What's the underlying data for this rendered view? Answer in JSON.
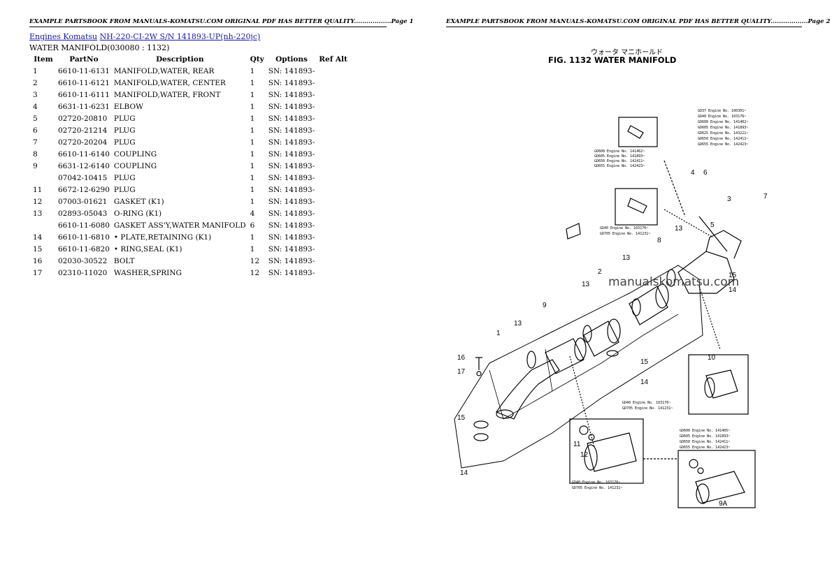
{
  "header": {
    "left": "EXAMPLE PARTSBOOK FROM MANUALS-KOMATSU.COM ORIGINAL PDF HAS BETTER QUALITY..................Page 1",
    "right": "EXAMPLE PARTSBOOK FROM MANUALS-KOMATSU.COM ORIGINAL PDF HAS BETTER QUALITY..................Page 2"
  },
  "breadcrumb": {
    "link1": "Engines Komatsu",
    "link2": "NH-220-CI-2W S/N 141893-UP(nh-220jc)"
  },
  "subtitle": "WATER MANIFOLD(030080 : 1132)",
  "table": {
    "headers": [
      "Item",
      "PartNo",
      "Description",
      "Qty",
      "Options",
      "Ref Alt"
    ],
    "rows": [
      {
        "item": "1",
        "part": "6610-11-6131",
        "desc": "MANIFOLD,WATER, REAR",
        "qty": "1",
        "opt": "SN: 141893-"
      },
      {
        "item": "2",
        "part": "6610-11-6121",
        "desc": "MANIFOLD,WATER, CENTER",
        "qty": "1",
        "opt": "SN: 141893-"
      },
      {
        "item": "3",
        "part": "6610-11-6111",
        "desc": "MANIFOLD,WATER, FRONT",
        "qty": "1",
        "opt": "SN: 141893-"
      },
      {
        "item": "4",
        "part": "6631-11-6231",
        "desc": "ELBOW",
        "qty": "1",
        "opt": "SN: 141893-"
      },
      {
        "item": "5",
        "part": "02720-20810",
        "desc": "PLUG",
        "qty": "1",
        "opt": "SN: 141893-"
      },
      {
        "item": "6",
        "part": "02720-21214",
        "desc": "PLUG",
        "qty": "1",
        "opt": "SN: 141893-"
      },
      {
        "item": "7",
        "part": "02720-20204",
        "desc": "PLUG",
        "qty": "1",
        "opt": "SN: 141893-"
      },
      {
        "item": "8",
        "part": "6610-11-6140",
        "desc": "COUPLING",
        "qty": "1",
        "opt": "SN: 141893-"
      },
      {
        "item": "9",
        "part": "6631-12-6140",
        "desc": "COUPLING",
        "qty": "1",
        "opt": "SN: 141893-"
      },
      {
        "item": "",
        "part": "07042-10415",
        "desc": "PLUG",
        "qty": "1",
        "opt": "SN: 141893-"
      },
      {
        "item": "11",
        "part": "6672-12-6290",
        "desc": "PLUG",
        "qty": "1",
        "opt": "SN: 141893-"
      },
      {
        "item": "12",
        "part": "07003-01621",
        "desc": "GASKET (K1)",
        "qty": "1",
        "opt": "SN: 141893-"
      },
      {
        "item": "13",
        "part": "02893-05043",
        "desc": "O-RING (K1)",
        "qty": "4",
        "opt": "SN: 141893-"
      },
      {
        "item": "",
        "part": "6610-11-6080",
        "desc": "GASKET ASS'Y,WATER MANIFOLD",
        "qty": "6",
        "opt": "SN: 141893-"
      },
      {
        "item": "14",
        "part": "6610-11-6810",
        "desc": "• PLATE,RETAINING (K1)",
        "qty": "1",
        "opt": "SN: 141893-"
      },
      {
        "item": "15",
        "part": "6610-11-6820",
        "desc": "• RING,SEAL (K1)",
        "qty": "1",
        "opt": "SN: 141893-"
      },
      {
        "item": "16",
        "part": "02030-30522",
        "desc": "BOLT",
        "qty": "12",
        "opt": "SN: 141893-"
      },
      {
        "item": "17",
        "part": "02310-11020",
        "desc": "WASHER,SPRING",
        "qty": "12",
        "opt": "SN: 141893-"
      }
    ]
  },
  "figure": {
    "jp_title": "ウォータ マニホールド",
    "title": "FIG. 1132 WATER MANIFOLD",
    "watermark": "manualskomatsu.com",
    "callouts": [
      "1",
      "2",
      "3",
      "4",
      "5",
      "6",
      "7",
      "8",
      "9",
      "10",
      "11",
      "12",
      "13",
      "14",
      "15",
      "16",
      "17",
      "9A"
    ]
  },
  "colors": {
    "link": "#1a1aa6"
  }
}
